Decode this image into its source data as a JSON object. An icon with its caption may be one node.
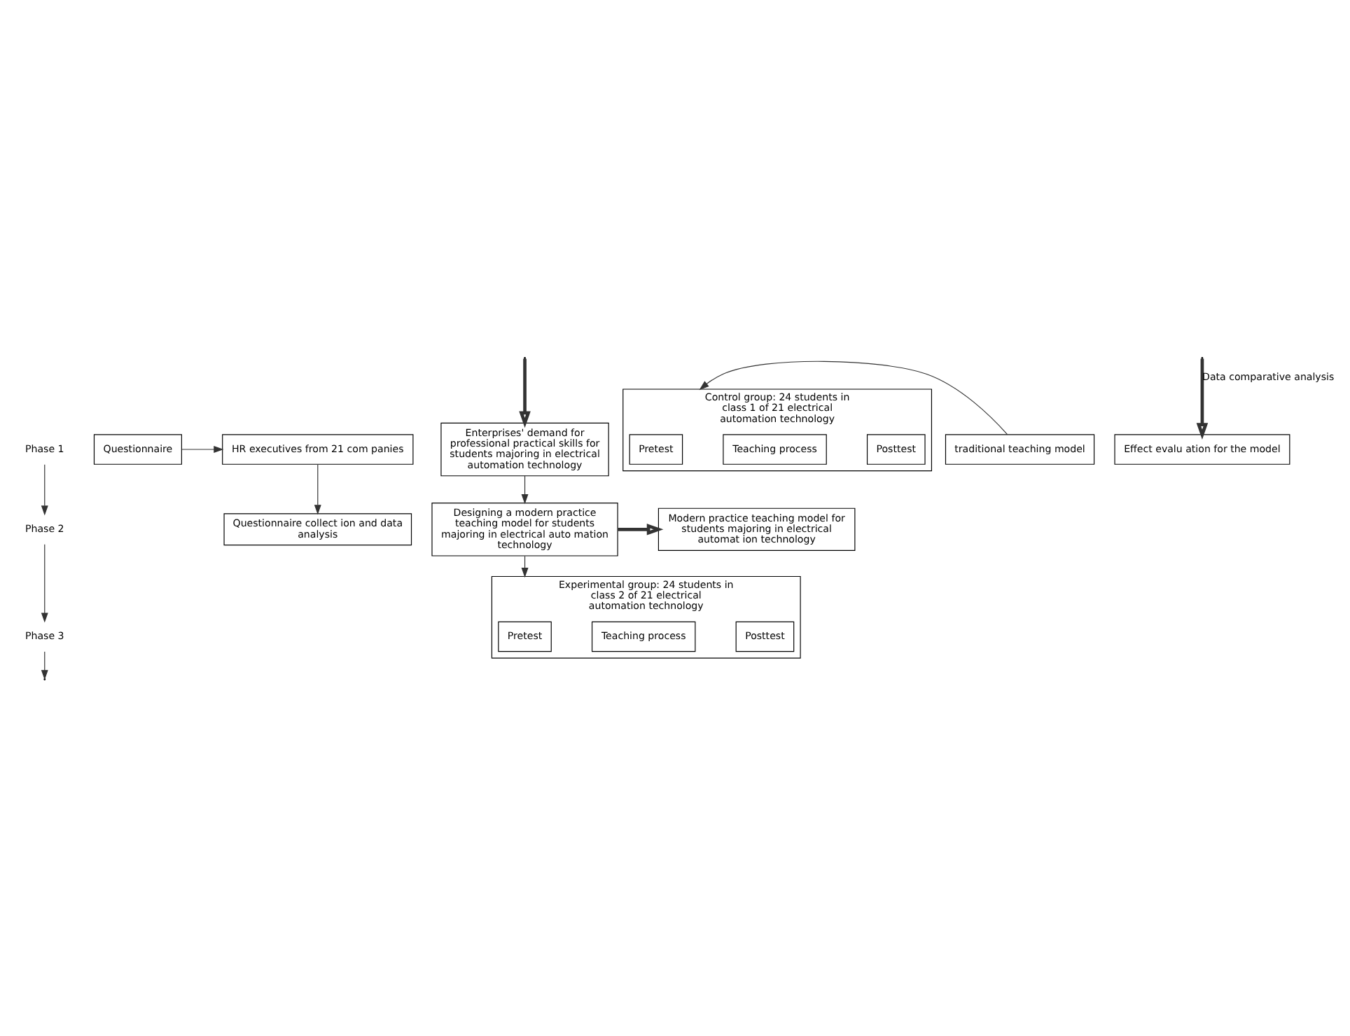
{
  "diagram": {
    "nodes": [
      {
        "text": [
          "Phase 1"
        ]
      },
      {
        "text": [
          "HR executives from 21 com panies"
        ]
      },
      {
        "text": [
          "Questionnaire"
        ]
      },
      {
        "text": [
          "Questionnaire collect ion and data analysis"
        ]
      },
      {
        "text": [
          "Enterprises' demand for professional practical skills for students majoring in electrical automation technology"
        ]
      },
      {
        "text": [
          "Phase 2"
        ]
      },
      {
        "text": [
          "Designing a modern practice teaching model for students majoring in electrical auto mation technology"
        ]
      },
      {
        "text": [
          "Modern practice teaching model for students majoring in electrical automat ion technology"
        ]
      },
      {
        "text": [
          "Phase 3"
        ]
      },
      {
        "text": [
          "Experimental group: 24 students in class 2 of 21 electrical automation technology"
        ]
      },
      {
        "text": [
          "Pretest"
        ],
        "in": 9
      },
      {
        "text": [
          "Teaching process"
        ],
        "in": 9
      },
      {
        "text": [
          "Posttest"
        ],
        "in": 9
      },
      {
        "text": [
          "Control group: 24 students in class 1 of 21 electrical automation technology"
        ]
      },
      {
        "text": [
          "Pretest"
        ],
        "in": 13
      },
      {
        "text": [
          "Teaching process"
        ],
        "in": 13
      },
      {
        "text": [
          "Posttest"
        ],
        "in": 13
      },
      {
        "text": [
          "traditional teaching model"
        ]
      },
      {
        "text": [
          "Effect evalu ation for the model"
        ]
      }
    ],
    "edges": [
      {
        "from": 0,
        "to": 5,
        "arrow": "to"
      },
      {
        "from": 5,
        "to": 8,
        "arrow": "to"
      },
      {
        "from": 8,
        "to": null,
        "arrow": "to"
      },
      {
        "from": 2,
        "to": 1,
        "arrow": "to"
      },
      {
        "from": 1,
        "to": 3,
        "arrow": "to"
      },
      {
        "from": null,
        "to": 4,
        "arrow": "to",
        "style": "thick"
      },
      {
        "from": 4,
        "to": 6,
        "arrow": "to"
      },
      {
        "from": 6,
        "to": 7,
        "arrow": "to",
        "style": "thick"
      },
      {
        "from": 6,
        "to": 9,
        "arrow": "to"
      },
      {
        "from": 17,
        "to": 13,
        "arrow": "to"
      },
      {
        "from": null,
        "to": 18,
        "arrow": "to",
        "label": "Data comparative analysis",
        "style": "thick"
      }
    ]
  }
}
